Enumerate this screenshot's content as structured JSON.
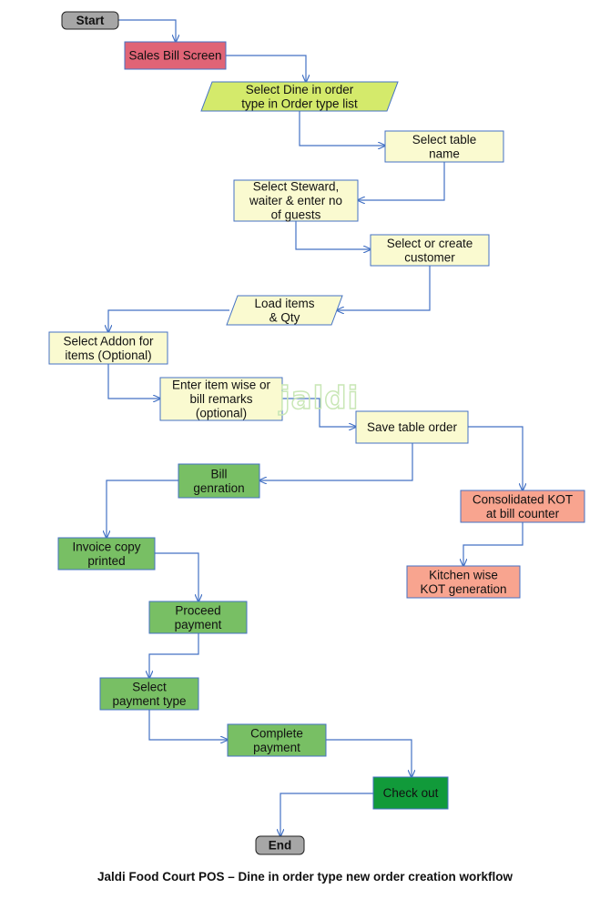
{
  "diagram": {
    "caption": "Jaldi Food Court POS – Dine in order type new order creation workflow",
    "watermark": "jaldi",
    "colors": {
      "line": "#4472c4",
      "grey": "#a6a6a6",
      "red": "#e06476",
      "lime": "#d4ea6b",
      "cream": "#fafad0",
      "salmon": "#f8a48f",
      "green": "#78bf64",
      "dark_green": "#119a3a"
    },
    "nodes": [
      {
        "id": "start",
        "lines": [
          "Start"
        ]
      },
      {
        "id": "sales-bill-screen",
        "lines": [
          "Sales Bill Screen"
        ]
      },
      {
        "id": "select-dine-in",
        "lines": [
          "Select Dine in order",
          "type in Order type list"
        ]
      },
      {
        "id": "select-table-name",
        "lines": [
          "Select table",
          "name"
        ]
      },
      {
        "id": "select-steward",
        "lines": [
          "Select Steward,",
          "waiter & enter no",
          "of guests"
        ]
      },
      {
        "id": "select-customer",
        "lines": [
          "Select or create",
          "customer"
        ]
      },
      {
        "id": "load-items",
        "lines": [
          "Load items",
          "& Qty"
        ]
      },
      {
        "id": "select-addon",
        "lines": [
          "Select Addon for",
          "items (Optional)"
        ]
      },
      {
        "id": "item-remarks",
        "lines": [
          "Enter item wise or",
          "bill remarks",
          "(optional)"
        ]
      },
      {
        "id": "save-table-order",
        "lines": [
          "Save table order"
        ]
      },
      {
        "id": "bill-generation",
        "lines": [
          "Bill",
          "genration"
        ]
      },
      {
        "id": "consolidated-kot",
        "lines": [
          "Consolidated KOT",
          "at bill counter"
        ]
      },
      {
        "id": "kitchen-kot",
        "lines": [
          "Kitchen wise",
          "KOT generation"
        ]
      },
      {
        "id": "invoice-printed",
        "lines": [
          "Invoice copy",
          "printed"
        ]
      },
      {
        "id": "proceed-payment",
        "lines": [
          "Proceed",
          "payment"
        ]
      },
      {
        "id": "select-payment-type",
        "lines": [
          "Select",
          "payment type"
        ]
      },
      {
        "id": "complete-payment",
        "lines": [
          "Complete",
          "payment"
        ]
      },
      {
        "id": "check-out",
        "lines": [
          "Check out"
        ]
      },
      {
        "id": "end",
        "lines": [
          "End"
        ]
      }
    ]
  }
}
